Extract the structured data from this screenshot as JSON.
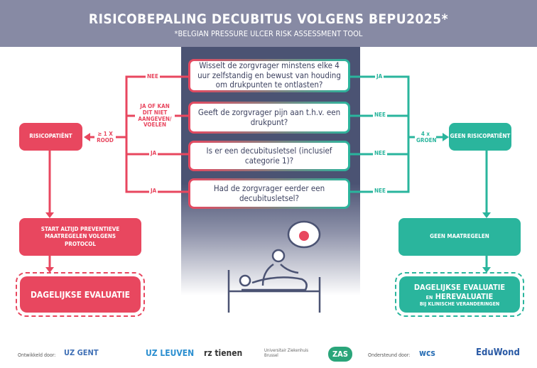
{
  "header": {
    "title": "RISICOBEPALING DECUBITUS VOLGENS BEPU2025*",
    "subtitle": "*BELGIAN PRESSURE ULCER RISK ASSESSMENT TOOL"
  },
  "questions": [
    {
      "text": "Wisselt de zorgvrager minstens elke 4 uur zelfstandig en bewust van houding om drukpunten te ontlasten?",
      "red": "NEE",
      "green": "JA"
    },
    {
      "text": "Geeft de zorgvrager pijn aan t.h.v. een drukpunt?",
      "red": "JA OF KAN DIT NIET AANGEVEN/ VOELEN",
      "green": "NEE"
    },
    {
      "text": "Is er een decubitusletsel (inclusief categorie 1)?",
      "red": "JA",
      "green": "NEE"
    },
    {
      "text": "Had de zorgvrager eerder een decubitusletsel?",
      "red": "JA",
      "green": "NEE"
    }
  ],
  "left": {
    "condition": "≥ 1 X ROOD",
    "result": "RISICOPATIËNT",
    "action": "START ALTIJD PREVENTIEVE MAATREGELEN VOLGENS PROTOCOL",
    "evaluation": "DAGELIJKSE EVALUATIE"
  },
  "right": {
    "condition": "4 x GROEN",
    "result": "GEEN RISICOPATIËNT",
    "action": "GEEN MAATREGELEN",
    "evaluation_line1": "DAGELIJKSE EVALUATIE",
    "evaluation_en": "EN",
    "evaluation_line2": "HEREVALUATIE",
    "evaluation_line3": "BIJ KLINISCHE VERANDERINGEN"
  },
  "footer": {
    "developed_by": "Ontwikkeld door:",
    "supported_by": "Ondersteund door:",
    "logos": [
      "UZ GENT",
      "UZ LEUVEN",
      "rz tienen",
      "Universitair Ziekenhuis Brussel",
      "ZAS",
      "wcs",
      "EduWond"
    ]
  },
  "colors": {
    "red": "#e8475f",
    "teal": "#2ab59d",
    "header": "#878aa4",
    "center": "#4b5373"
  }
}
